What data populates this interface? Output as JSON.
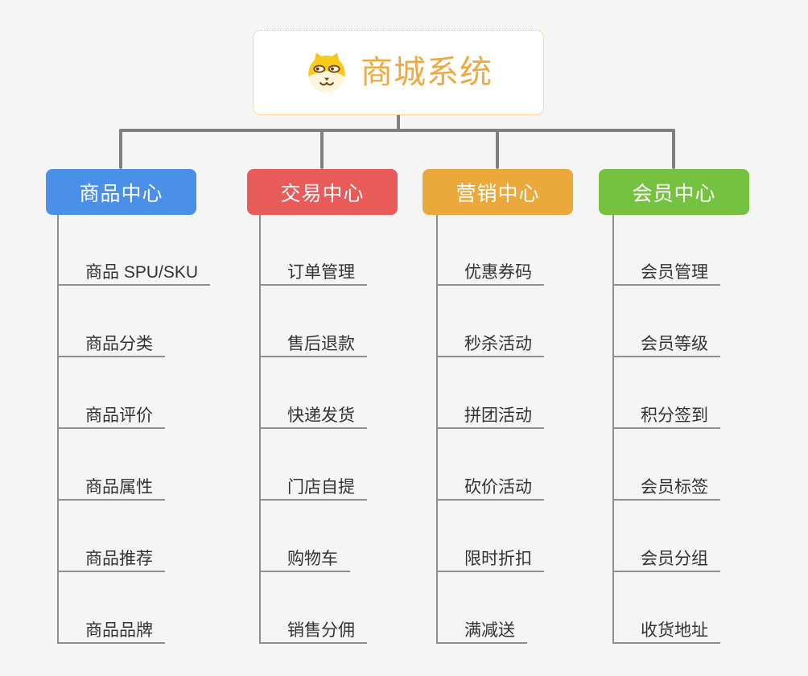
{
  "root": {
    "title": "商城系统",
    "icon": "doge-icon"
  },
  "branches": [
    {
      "label": "商品中心",
      "color": "#4b90e8",
      "items": [
        "商品 SPU/SKU",
        "商品分类",
        "商品评价",
        "商品属性",
        "商品推荐",
        "商品品牌"
      ]
    },
    {
      "label": "交易中心",
      "color": "#e95b59",
      "items": [
        "订单管理",
        "售后退款",
        "快递发货",
        "门店自提",
        "购物车",
        "销售分佣"
      ]
    },
    {
      "label": "营销中心",
      "color": "#eca93b",
      "items": [
        "优惠券码",
        "秒杀活动",
        "拼团活动",
        "砍价活动",
        "限时折扣",
        "满减送"
      ]
    },
    {
      "label": "会员中心",
      "color": "#74c23f",
      "items": [
        "会员管理",
        "会员等级",
        "积分签到",
        "会员标签",
        "会员分组",
        "收货地址"
      ]
    }
  ],
  "colors": {
    "background": "#f5f5f6",
    "connector": "#808080",
    "leaf_line": "#8f8f8f",
    "leaf_text": "#333333",
    "root_text": "#f0a93f",
    "root_border": "#f2b45c"
  }
}
